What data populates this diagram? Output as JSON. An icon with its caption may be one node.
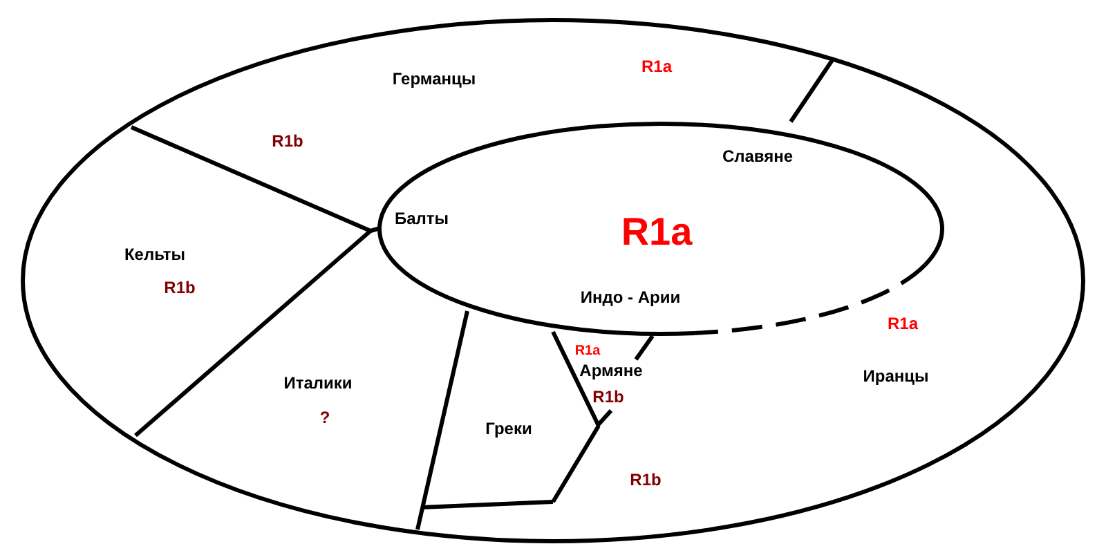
{
  "diagram": {
    "nodes": [
      {
        "text": [],
        "shape": "ellipse"
      },
      {
        "text": [
          "Славяне",
          "Балты",
          "R1a",
          "Индо - Арии"
        ],
        "in": 0
      }
    ],
    "labels": [
      "Германцы",
      "R1a",
      "R1b",
      "Кельты",
      "R1b",
      "Италики",
      "?",
      "Греки",
      "R1a",
      "Армяне",
      "R1b",
      "R1b",
      "R1a",
      "Иранцы"
    ]
  }
}
